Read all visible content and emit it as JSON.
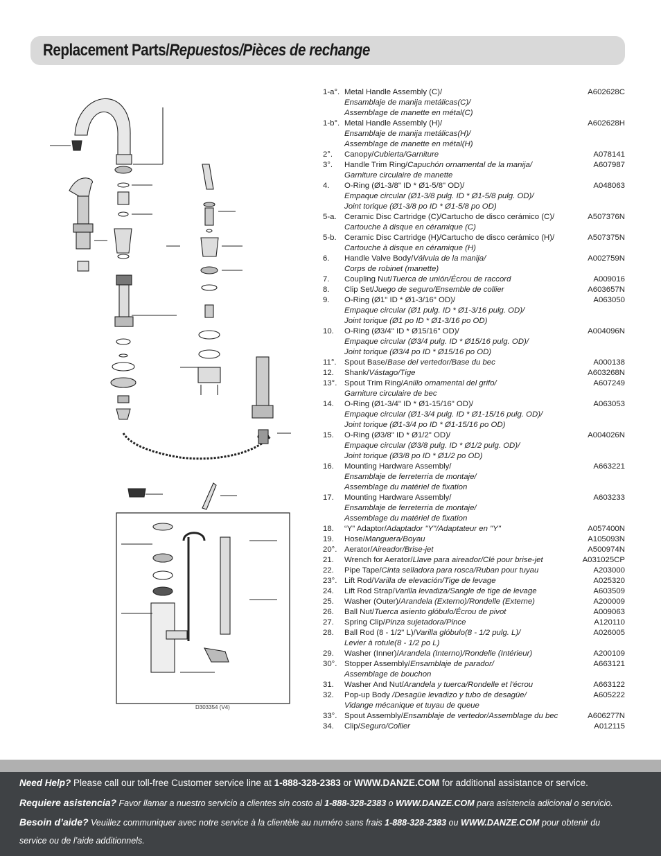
{
  "title": {
    "en": "Replacement Parts/",
    "es": "Repuestos/",
    "fr": "Pièces de rechange"
  },
  "parts": [
    {
      "num": "1-a°.",
      "en": "Metal Handle Assembly (C)/",
      "rest": "",
      "sub": [
        "Ensamblaje de manija metálicas(C)/",
        "Assemblage de manette en métal(C)"
      ],
      "code": "A602628C"
    },
    {
      "num": "1-b°.",
      "en": "Metal Handle Assembly (H)/",
      "rest": "",
      "sub": [
        "Ensamblaje de manija metálicas(H)/",
        "Assemblage de manette en métal(H)"
      ],
      "code": "A602628H"
    },
    {
      "num": "2°.",
      "en": "Canopy/",
      "rest": "Cubierta/Garniture",
      "sub": [],
      "code": "A078141"
    },
    {
      "num": "3°.",
      "en": "Handle Trim Ring/",
      "rest": "Capuchón ornamental de la manija/",
      "sub": [
        "Garniture circulaire de manette"
      ],
      "code": "A607987"
    },
    {
      "num": "4.",
      "en": "O-Ring (Ø1-3/8\" ID * Ø1-5/8\" OD)/",
      "rest": "",
      "sub": [
        "Empaque circular (Ø1-3/8 pulg. ID * Ø1-5/8 pulg. OD)/",
        "Joint torique (Ø1-3/8 po ID * Ø1-5/8 po OD)"
      ],
      "code": "A048063"
    },
    {
      "num": "5-a.",
      "en": "Ceramic Disc Cartridge (C)/Cartucho de disco cerámico (C)/",
      "rest": "",
      "sub": [
        "Cartouche à disque en céramique (C)"
      ],
      "code": "A507376N"
    },
    {
      "num": "5-b.",
      "en": "Ceramic Disc Cartridge (H)/Cartucho de disco cerámico (H)/",
      "rest": "",
      "sub": [
        "Cartouche à disque en céramique (H)"
      ],
      "code": "A507375N"
    },
    {
      "num": "6.",
      "en": "Handle Valve Body/",
      "rest": "Válvula de la manija/",
      "sub": [
        "Corps de robinet (manette)"
      ],
      "code": "A002759N"
    },
    {
      "num": "7.",
      "en": "Coupling Nut/",
      "rest": "Tuerca de unión/Écrou de raccord",
      "sub": [],
      "code": "A009016"
    },
    {
      "num": "8.",
      "en": "Clip Set/",
      "rest": "Juego de seguro/Ensemble de collier",
      "sub": [],
      "code": "A603657N"
    },
    {
      "num": "9.",
      "en": "O-Ring (Ø1\" ID * Ø1-3/16\" OD)/",
      "rest": "",
      "sub": [
        "Empaque circular (Ø1 pulg. ID * Ø1-3/16 pulg. OD)/",
        "Joint torique (Ø1 po ID * Ø1-3/16 po OD)"
      ],
      "code": "A063050"
    },
    {
      "num": "10.",
      "en": "O-Ring (Ø3/4\" ID * Ø15/16\" OD)/",
      "rest": "",
      "sub": [
        "Empaque circular (Ø3/4 pulg. ID * Ø15/16 pulg. OD)/",
        "Joint torique (Ø3/4 po ID * Ø15/16 po OD)"
      ],
      "code": "A004096N"
    },
    {
      "num": "11°.",
      "en": "Spout Base/",
      "rest": "Base del vertedor/Base du bec",
      "sub": [],
      "code": "A000138"
    },
    {
      "num": "12.",
      "en": "Shank/",
      "rest": "Vástago/Tige",
      "sub": [],
      "code": "A603268N"
    },
    {
      "num": "13°.",
      "en": "Spout Trim Ring/",
      "rest": "Anillo ornamental del grifo/",
      "sub": [
        "Garniture circulaire de bec"
      ],
      "code": "A607249"
    },
    {
      "num": "14.",
      "en": "O-Ring (Ø1-3/4\" ID * Ø1-15/16\" OD)/",
      "rest": "",
      "sub": [
        "Empaque circular  (Ø1-3/4 pulg. ID * Ø1-15/16 pulg. OD)/",
        "Joint torique  (Ø1-3/4 po ID * Ø1-15/16 po OD)"
      ],
      "code": "A063053"
    },
    {
      "num": "15.",
      "en": "O-Ring (Ø3/8\" ID * Ø1/2\" OD)/",
      "rest": "",
      "sub": [
        "Empaque circular  (Ø3/8 pulg. ID * Ø1/2 pulg. OD)/",
        "Joint torique  (Ø3/8 po ID * Ø1/2 po OD)"
      ],
      "code": "A004026N"
    },
    {
      "num": "16.",
      "en": "Mounting Hardware Assembly/",
      "rest": "",
      "sub": [
        "Ensamblaje de ferreterria de montaje/",
        "Assemblage du matériel de fixation"
      ],
      "code": "A663221"
    },
    {
      "num": "17.",
      "en": "Mounting Hardware Assembly/",
      "rest": "",
      "sub": [
        "Ensamblaje de ferreterria de montaje/",
        "Assemblage du matériel de fixation"
      ],
      "code": "A603233"
    },
    {
      "num": "18.",
      "en": "“Y” Adaptor/",
      "rest": "Adaptador \"Y\"/Adaptateur en \"Y\"",
      "sub": [],
      "code": "A057400N"
    },
    {
      "num": "19.",
      "en": "Hose/",
      "rest": "Manguera/Boyau",
      "sub": [],
      "code": "A105093N"
    },
    {
      "num": "20°.",
      "en": "Aerator/",
      "rest": "Aireador/Brise-jet",
      "sub": [],
      "code": "A500974N"
    },
    {
      "num": "21.",
      "en": "Wrench for Aerator/",
      "rest": "Llave para aireador/Clé pour brise-jet",
      "sub": [],
      "code": "A031025CP"
    },
    {
      "num": "22.",
      "en": "Pipe Tape/",
      "rest": "Cinta selladora para rosca/Ruban pour tuyau",
      "sub": [],
      "code": "A203000"
    },
    {
      "num": "23°.",
      "en": "Lift Rod/",
      "rest": "Varilla de elevación/Tige de levage",
      "sub": [],
      "code": "A025320"
    },
    {
      "num": "24.",
      "en": "Lift Rod Strap/",
      "rest": "Varilla levadiza/Sangle de tige de levage",
      "sub": [],
      "code": "A603509"
    },
    {
      "num": "25.",
      "en": "Washer (Outer)/",
      "rest": "Arandela (Externo)/Rondelle (Externe)",
      "sub": [],
      "code": "A200009"
    },
    {
      "num": "26.",
      "en": "Ball Nut/",
      "rest": "Tuerca asiento glóbulo/Écrou de pivot",
      "sub": [],
      "code": "A009063"
    },
    {
      "num": "27.",
      "en": "Spring Clip/",
      "rest": "Pinza sujetadora/Pince",
      "sub": [],
      "code": "A120110"
    },
    {
      "num": "28.",
      "en": "Ball Rod (8 - 1/2\" L)/",
      "rest": "Varilla glóbulo(8 - 1/2 pulg. L)/",
      "sub": [
        "Levier à rotule(8 - 1/2 po L)"
      ],
      "code": "A026005"
    },
    {
      "num": "29.",
      "en": "Washer (Inner)/",
      "rest": "Arandela (Interno)/Rondelle (Intérieur)",
      "sub": [],
      "code": "A200109"
    },
    {
      "num": "30°.",
      "en": "Stopper Assembly/",
      "rest": "Ensamblaje de parador/",
      "sub": [
        "Assemblage de bouchon"
      ],
      "code": "A663121"
    },
    {
      "num": "31.",
      "en": "Washer And Nut/",
      "rest": "Arandela y tuerca/Rondelle et l'écrou",
      "sub": [],
      "code": "A663122"
    },
    {
      "num": "32.",
      "en": "Pop-up Body ",
      "rest": "/Desagüe levadizo y tubo de desagüe/",
      "sub": [
        "Vidange mécanique et tuyau de queue"
      ],
      "code": "A605222"
    },
    {
      "num": "33°.",
      "en": "Spout Assembly/",
      "rest": "Ensamblaje de vertedor/Assemblage du bec",
      "sub": [],
      "code": "A606277N"
    },
    {
      "num": "34.",
      "en": "Clip/",
      "rest": "Seguro/Collier",
      "sub": [],
      "code": "A012115"
    }
  ],
  "doc_code": "D303354 (V4)",
  "footer": {
    "help_en_label": "Need Help?",
    "help_en_text1": " Please call our toll-free Customer service line at ",
    "phone": "1-888-328-2383",
    "or_en": " or ",
    "website": "WWW.DANZE.COM",
    "help_en_text2": " for additional assistance or service.",
    "help_es_label": "Requiere asistencia?",
    "help_es_text1": " Favor llamar a nuestro servicio a clientes sin costo al ",
    "or_es": " o ",
    "help_es_text2": " para asistencia adicional o servicio.",
    "help_fr_label": "Besoin d’aide?",
    "help_fr_text1": " Veuillez communiquer avec notre service à la clientèle au numéro sans frais ",
    "or_fr": " ou ",
    "help_fr_text2": " pour obtenir du",
    "help_fr_text3": "service ou de l’aide additionnels."
  }
}
